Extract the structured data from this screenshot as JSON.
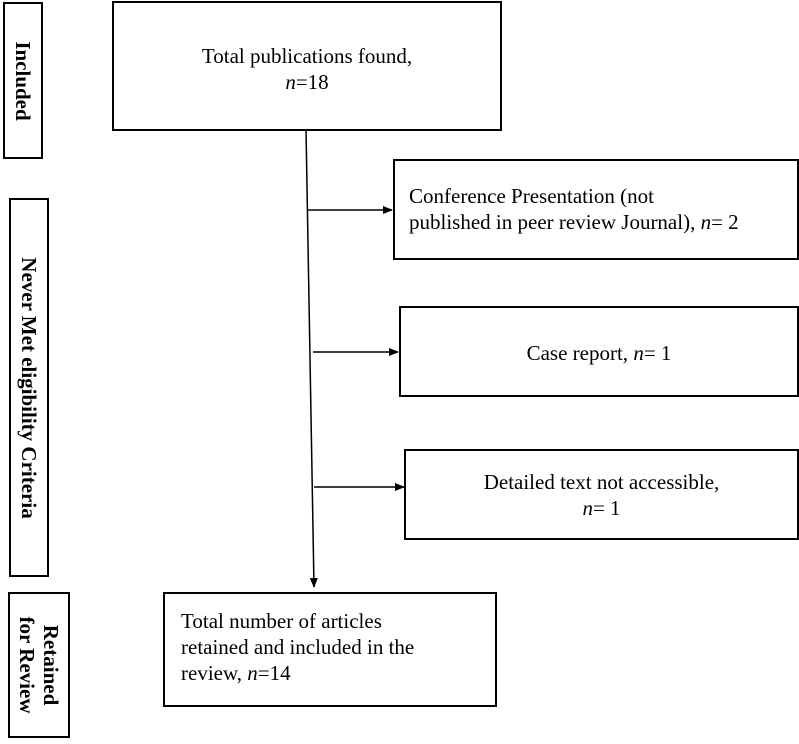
{
  "stages": {
    "included": "Included",
    "never_met_line1": "Never Met eligibility Criteria",
    "retained_line1": "Retained",
    "retained_line2": "for Review"
  },
  "boxes": {
    "total_found": {
      "text": "Total publications found,",
      "n_label": "n",
      "n_value": "=18"
    },
    "conference": {
      "line1": "Conference Presentation (not",
      "line2": "published in peer review Journal), ",
      "n_label": "n",
      "n_value": "= 2"
    },
    "case_report": {
      "text": "Case report, ",
      "n_label": "n",
      "n_value": "= 1"
    },
    "not_accessible": {
      "text": "Detailed text not accessible,",
      "n_label": "n",
      "n_value": "= 1"
    },
    "retained": {
      "line1": "Total number of articles",
      "line2": "retained and included in the",
      "line3": "review, ",
      "n_label": "n",
      "n_value": "=14"
    }
  }
}
